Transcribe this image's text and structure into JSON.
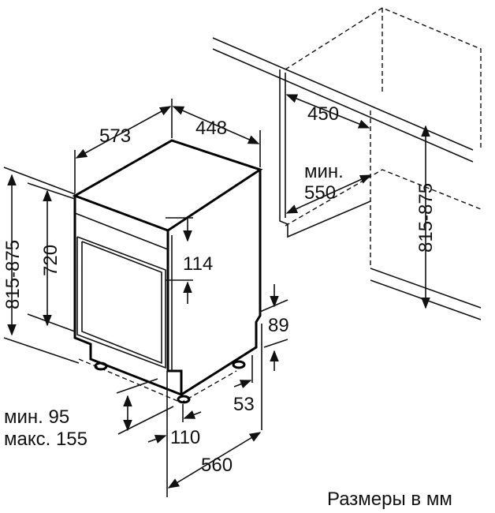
{
  "dimensions": {
    "depth_573": "573",
    "width_448": "448",
    "niche_depth_450": "450",
    "niche_min_label": "мин.",
    "niche_min_550": "550",
    "niche_height_range": "815-875",
    "overall_height_range": "815-875",
    "body_height_720": "720",
    "panel_gap_114": "114",
    "plinth_89": "89",
    "plinth_53": "53",
    "plinth_min": "мин. 95",
    "plinth_max": "макс. 155",
    "offset_110": "110",
    "depth_560": "560"
  },
  "caption": "Размеры в мм"
}
